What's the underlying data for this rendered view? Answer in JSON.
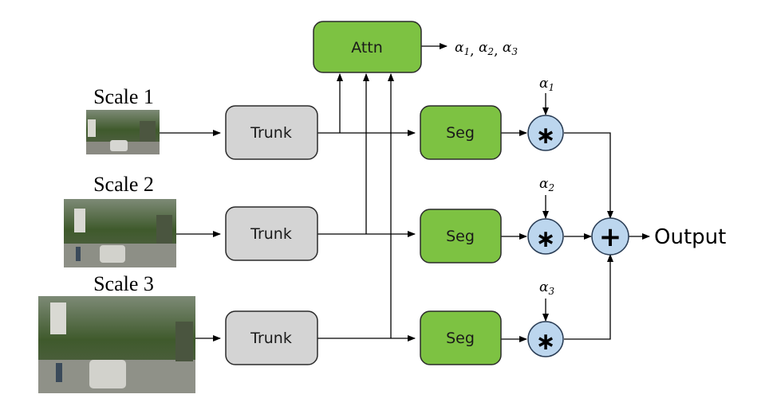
{
  "attn": {
    "label": "Attn",
    "output": {
      "symbol": "α",
      "subs": [
        "1",
        "2",
        "3"
      ],
      "sep": ", "
    }
  },
  "scales": [
    {
      "label": "Scale 1",
      "trunk": "Trunk",
      "seg": "Seg",
      "alpha_symbol": "α",
      "alpha_sub": "1",
      "mult": "∗"
    },
    {
      "label": "Scale 2",
      "trunk": "Trunk",
      "seg": "Seg",
      "alpha_symbol": "α",
      "alpha_sub": "2",
      "mult": "∗"
    },
    {
      "label": "Scale 3",
      "trunk": "Trunk",
      "seg": "Seg",
      "alpha_symbol": "α",
      "alpha_sub": "3",
      "mult": "∗"
    }
  ],
  "sum": {
    "symbol": "+"
  },
  "output": {
    "label": "Output"
  },
  "colors": {
    "green_fill": "#7dc242",
    "trunk_fill": "#d4d4d4",
    "op_fill": "#bcd6ee",
    "op_stroke": "#2a3d55"
  }
}
